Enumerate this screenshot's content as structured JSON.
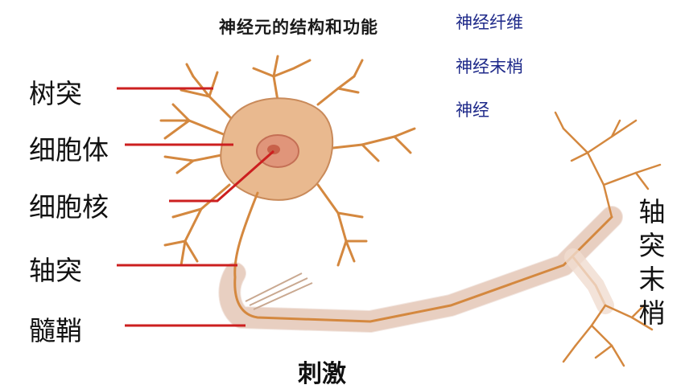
{
  "title": "神经元的结构和功能",
  "legend": [
    "神经纤维",
    "神经末梢",
    "神经"
  ],
  "labels": {
    "dendrite": "树突",
    "cell_body": "细胞体",
    "nucleus": "细胞核",
    "axon": "轴突",
    "myelin": "髓鞘"
  },
  "axon_terminal": [
    "轴",
    "突",
    "末",
    "梢"
  ],
  "caption": "刺激",
  "colors": {
    "pointer": "#cc1f1f",
    "cell": "#e9b98f",
    "cell_edge": "#c98a5a",
    "nucleus": "#e0957a",
    "branch": "#d4883f",
    "sheath": "#f0dcd0",
    "sheath_edge": "#d9b8a6",
    "legend_text": "#1f2a8a"
  }
}
